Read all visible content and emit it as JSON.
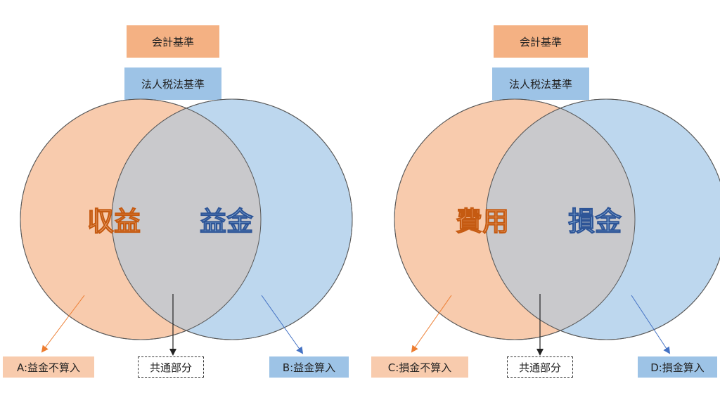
{
  "colors": {
    "accounting": "#f4b183",
    "tax": "#9dc3e6",
    "left_circle_fill": "#f8cbad",
    "right_circle_fill": "#bdd7ee",
    "overlap_fill": "#c9c9cc",
    "orange_arrow": "#ed7d31",
    "blue_arrow": "#4472c4"
  },
  "panels": [
    {
      "legend_accounting": "会計基準",
      "legend_tax": "法人税法基準",
      "left_circle_label": "収益",
      "right_circle_label": "益金",
      "box_left": "A:益金不算入",
      "box_center": "共通部分",
      "box_right": "B:益金算入"
    },
    {
      "legend_accounting": "会計基準",
      "legend_tax": "法人税法基準",
      "left_circle_label": "費用",
      "right_circle_label": "損金",
      "box_left": "C:損金不算入",
      "box_center": "共通部分",
      "box_right": "D:損金算入"
    }
  ]
}
